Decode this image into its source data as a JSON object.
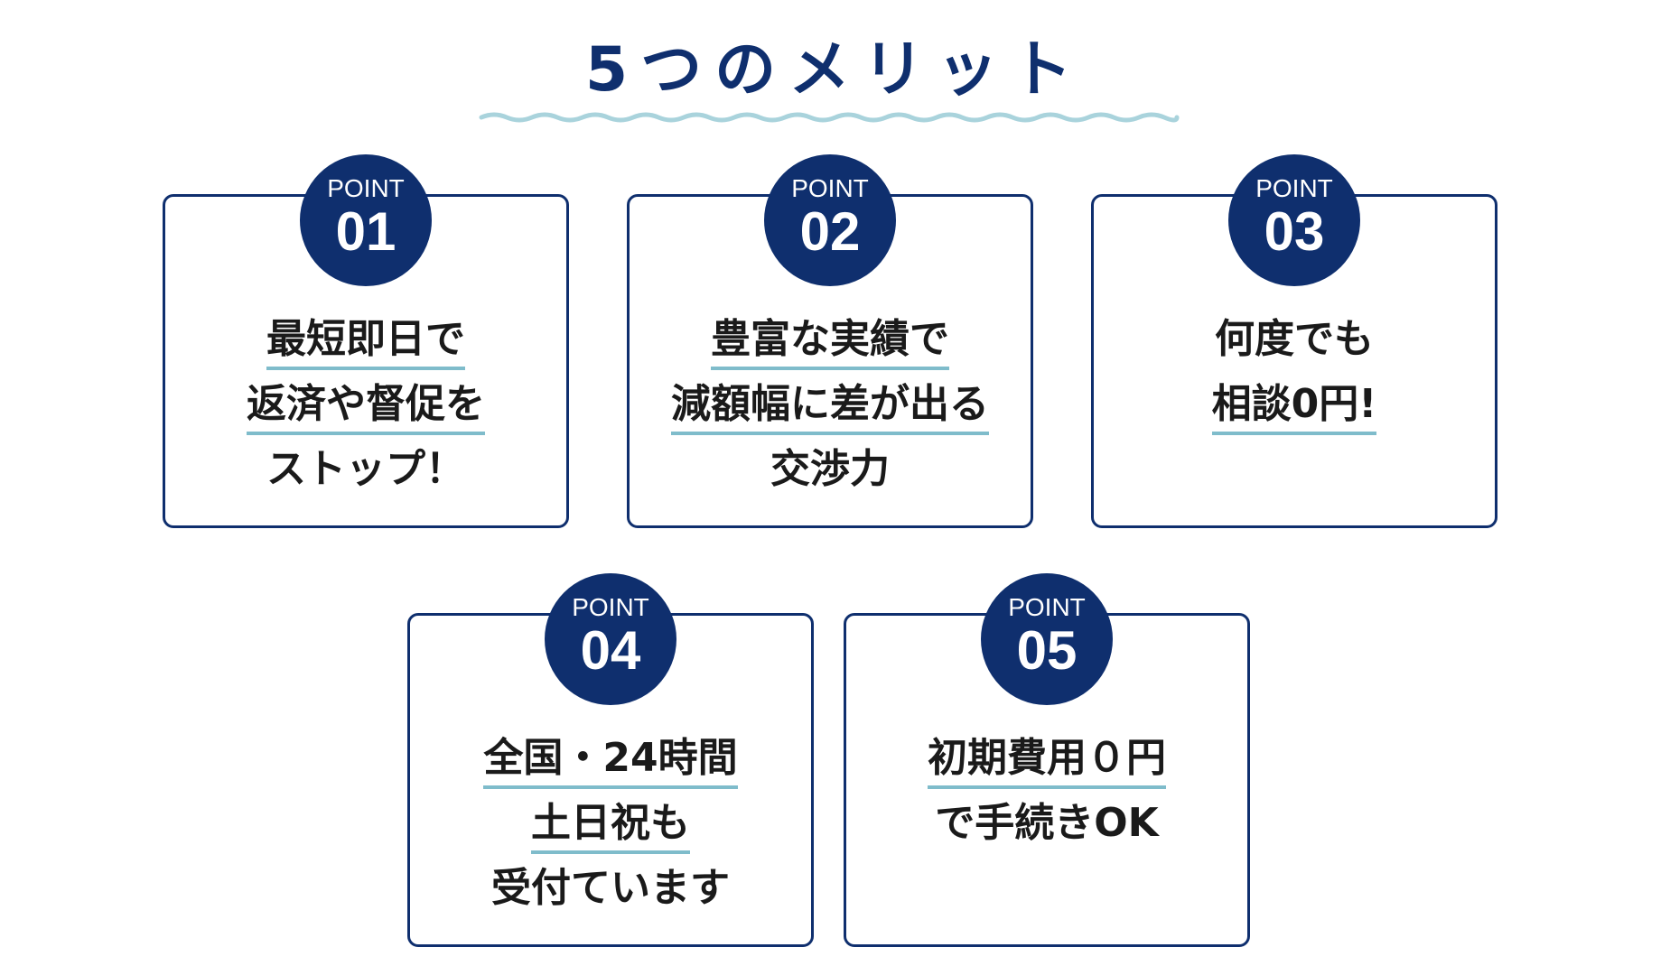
{
  "title": "5つのメリット",
  "colors": {
    "navy": "#0f2f6e",
    "underline": "#7fbccb",
    "wave": "#a9d3dc"
  },
  "points": [
    {
      "label": "POINT",
      "number": "01",
      "lines": [
        {
          "text": "最短即日で",
          "underline": true
        },
        {
          "text": "返済や督促を",
          "underline": true
        },
        {
          "text": "ストップ！",
          "underline": false
        }
      ]
    },
    {
      "label": "POINT",
      "number": "02",
      "lines": [
        {
          "text": "豊富な実績で",
          "underline": true
        },
        {
          "text": "減額幅に差が出る",
          "underline": true
        },
        {
          "text": "交渉力",
          "underline": false
        }
      ]
    },
    {
      "label": "POINT",
      "number": "03",
      "lines": [
        {
          "text": "何度でも",
          "underline": false
        },
        {
          "text": "相談0円!",
          "underline": true
        }
      ]
    },
    {
      "label": "POINT",
      "number": "04",
      "lines": [
        {
          "text": "全国・24時間",
          "underline": true
        },
        {
          "text": "土日祝も",
          "underline": true
        },
        {
          "text": "受付ています",
          "underline": false
        }
      ]
    },
    {
      "label": "POINT",
      "number": "05",
      "lines": [
        {
          "text": "初期費用０円",
          "underline": true
        },
        {
          "text": "で手続きOK",
          "underline": false
        }
      ]
    }
  ]
}
